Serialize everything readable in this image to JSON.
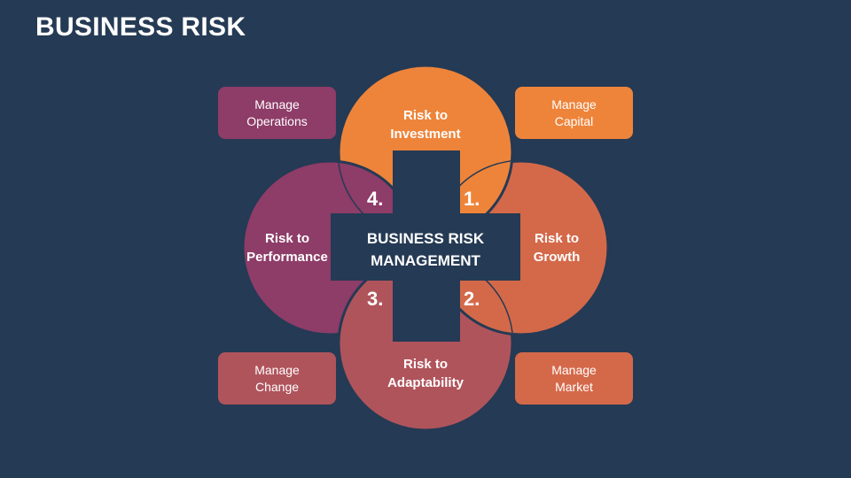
{
  "title": "BUSINESS RISK",
  "center": {
    "line1": "BUSINESS RISK",
    "line2": "MANAGEMENT"
  },
  "petals": [
    {
      "number": "1.",
      "line1": "Risk to",
      "line2": "Investment",
      "color": "#ee843a"
    },
    {
      "number": "2.",
      "line1": "Risk to",
      "line2": "Growth",
      "color": "#d4694a"
    },
    {
      "number": "3.",
      "line1": "Risk to",
      "line2": "Adaptability",
      "color": "#b0545c"
    },
    {
      "number": "4.",
      "line1": "Risk to",
      "line2": "Performance",
      "color": "#8e3c68"
    }
  ],
  "tags": [
    {
      "line1": "Manage",
      "line2": "Operations",
      "color": "#8e3c68"
    },
    {
      "line1": "Manage",
      "line2": "Capital",
      "color": "#ee843a"
    },
    {
      "line1": "Manage",
      "line2": "Change",
      "color": "#b0545c"
    },
    {
      "line1": "Manage",
      "line2": "Market",
      "color": "#d4694a"
    }
  ],
  "colors": {
    "background": "#253a54",
    "outline": "#253a54"
  }
}
